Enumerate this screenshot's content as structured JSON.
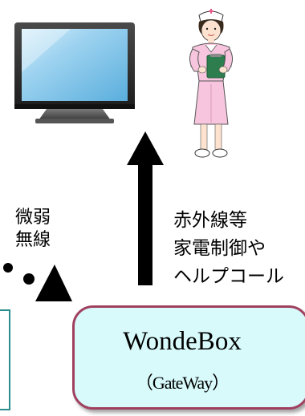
{
  "wireless": {
    "line1": "微弱",
    "line2": "無線"
  },
  "infrared": {
    "line1": "赤外線等",
    "line2": "家電制御や",
    "line3": "ヘルプコール"
  },
  "wondebox": {
    "title": "WondeBox",
    "subtitle": "（GateWay）"
  },
  "icons": {
    "tv": "tv-monitor-icon",
    "nurse": "nurse-icon",
    "arrow": "arrow-up-icon",
    "signal": "wireless-signal-icon"
  },
  "colors": {
    "box_fill": "#d8fafb",
    "box_border": "#a0405f",
    "left_box_border": "#2a8d8d"
  }
}
